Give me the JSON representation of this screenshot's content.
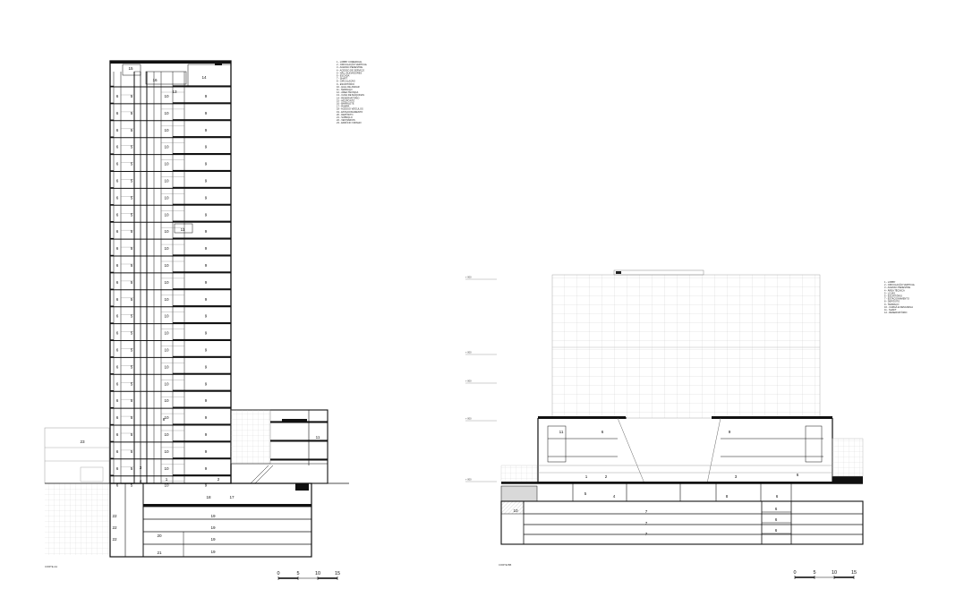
{
  "drawing_a": {
    "caption": "CORTE AA",
    "legend": [
      "1 - LOBBY COMERCIAL",
      "2 - CIRCULAÇÃO VERTICAL",
      "3 - ACESSO PEDESTRE",
      "4 - ACESSO DE SERVIÇO",
      "5 - HALL ELEVADORES",
      "6 - ESCADA",
      "7 - SHAFT",
      "8 - CIRCULAÇÃO",
      "9 - ESCRITÓRIO",
      "10 - HALL DE ANDAR",
      "11 - TERRAÇO",
      "12 - ÁREA TÉCNICA",
      "13 - CASA DE MÁQUINAS",
      "14 - RESERVATÓRIO",
      "15 - HELIPONTO",
      "16 - BARRILETE",
      "17 - RAMPA",
      "18 - ACESSO VEÍCULOS",
      "19 - ESTACIONAMENTO",
      "20 - DEPÓSITO",
      "21 - SUBSOLO",
      "22 - VESTIÁRIOS",
      "23 - EDIFÍCIO VIZINHO"
    ],
    "scale_labels": [
      "0",
      "5",
      "10",
      "15"
    ],
    "tower_labels": [
      "9",
      "10",
      "5",
      "6"
    ],
    "top_labels": [
      "15",
      "16",
      "13",
      "14",
      "11"
    ],
    "podium_labels": [
      "1",
      "2",
      "3",
      "4",
      "17",
      "18",
      "8",
      "11",
      "23"
    ],
    "basement_labels": [
      "19",
      "20",
      "21",
      "22"
    ]
  },
  "drawing_b": {
    "caption": "CORTE BB",
    "legend": [
      "1 - LOBBY",
      "2 - CIRCULAÇÃO VERTICAL",
      "3 - ACESSO PEDESTRE",
      "4 - ÁREA TÉCNICA",
      "5 - LOJAS",
      "6 - ESCRITÓRIO",
      "7 - ESTACIONAMENTO",
      "8 - DEPÓSITO",
      "9 - TERRAÇO",
      "10 - CARGA E DESCARGA",
      "11 - SHAFT",
      "12 - RESERVATÓRIO"
    ],
    "scale_labels": [
      "0",
      "5",
      "10",
      "15"
    ],
    "level_labels": [
      "+ 000",
      "+ 000",
      "+ 000",
      "+ 000",
      "+ 000"
    ],
    "labels": [
      "11",
      "6",
      "9",
      "6",
      "1",
      "2",
      "3",
      "4",
      "5",
      "6",
      "7",
      "8",
      "10"
    ]
  },
  "colors": {
    "ink": "#111111",
    "grey_fill": "#d9d9d9",
    "hatch": "#aaaaaa",
    "facade": "#9a9a9a"
  }
}
